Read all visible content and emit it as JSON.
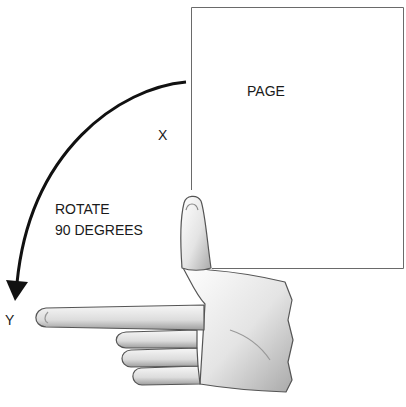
{
  "diagram": {
    "nodes": [
      {
        "text": [
          "PAGE"
        ]
      }
    ],
    "labels": [
      "X",
      "ROTATE 90 DEGREES",
      "Y"
    ]
  }
}
